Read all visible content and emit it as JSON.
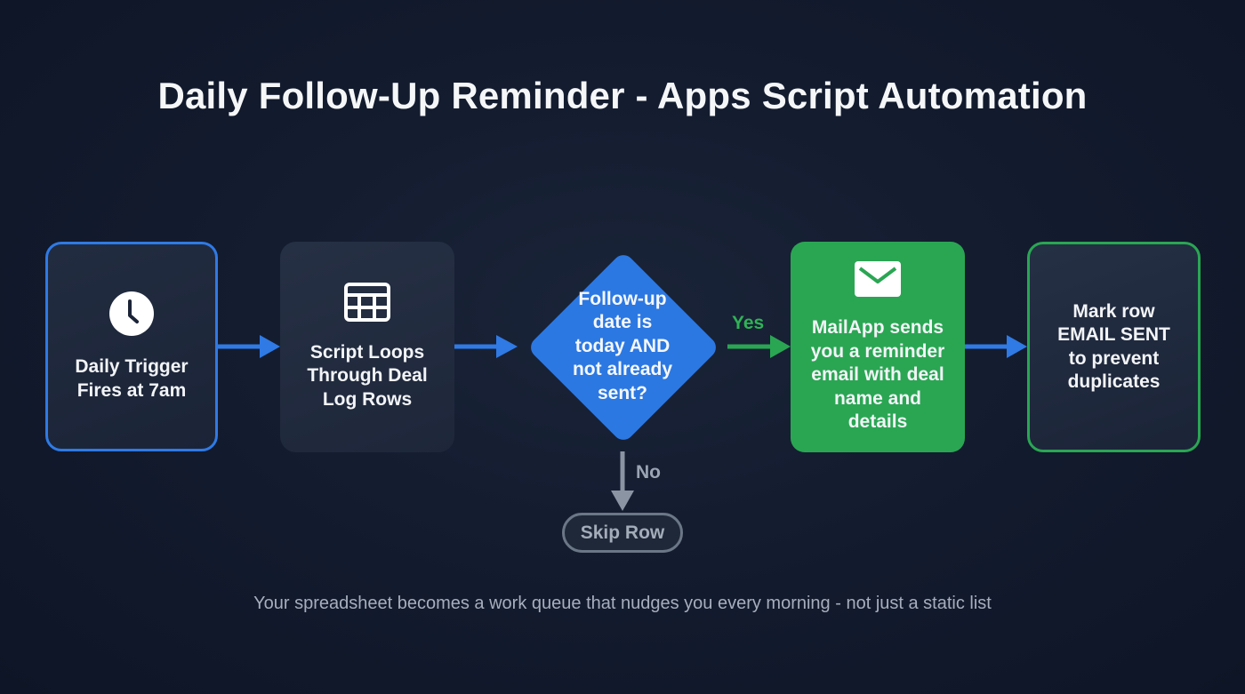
{
  "title": "Daily Follow-Up Reminder - Apps Script Automation",
  "nodes": {
    "trigger": {
      "icon": "clock-icon",
      "label": "Daily Trigger Fires at 7am",
      "lines": [
        "Daily Trigger",
        "Fires at 7am"
      ]
    },
    "loop": {
      "icon": "table-icon",
      "label": "Script Loops Through Deal Log Rows",
      "lines": [
        "Script Loops",
        "Through Deal",
        "Log Rows"
      ]
    },
    "decision": {
      "label": "Follow-up date is today AND not already sent?",
      "lines": [
        "Follow-up",
        "date is",
        "today AND",
        "not already",
        "sent?"
      ]
    },
    "mail": {
      "icon": "envelope-icon",
      "label": "MailApp sends you a reminder email with deal name and details",
      "lines": [
        "MailApp sends",
        "you a reminder",
        "email with deal",
        "name and",
        "details"
      ]
    },
    "mark": {
      "label": "Mark row EMAIL SENT to prevent duplicates",
      "lines": [
        "Mark row",
        "EMAIL SENT",
        "to prevent",
        "duplicates"
      ]
    },
    "skip": {
      "label": "Skip Row"
    }
  },
  "edges": {
    "yes_label": "Yes",
    "no_label": "No"
  },
  "caption": "Your spreadsheet becomes a work queue that nudges you every morning - not just a static list",
  "colors": {
    "background": "#121a2d",
    "blue": "#2f7ae5",
    "green": "#2aa653",
    "gray": "#6b7686"
  }
}
